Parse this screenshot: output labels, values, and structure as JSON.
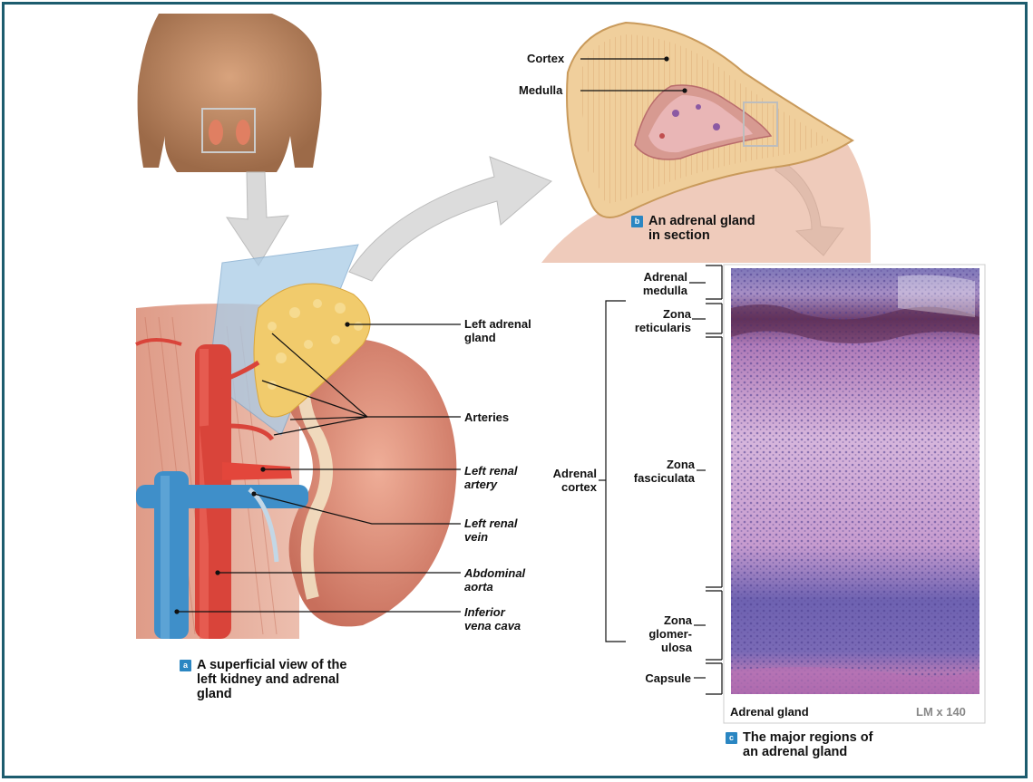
{
  "panel_a": {
    "badge": "a",
    "caption_line1": "A superficial view of the",
    "caption_line2": "left kidney and adrenal",
    "caption_line3": "gland",
    "labels": {
      "left_adrenal_gland_1": "Left adrenal",
      "left_adrenal_gland_2": "gland",
      "arteries": "Arteries",
      "left_renal_artery_1": "Left renal",
      "left_renal_artery_2": "artery",
      "left_renal_vein_1": "Left renal",
      "left_renal_vein_2": "vein",
      "abdominal_aorta_1": "Abdominal",
      "abdominal_aorta_2": "aorta",
      "inferior_vena_cava_1": "Inferior",
      "inferior_vena_cava_2": "vena cava"
    }
  },
  "panel_b": {
    "badge": "b",
    "caption_line1": "An adrenal gland",
    "caption_line2": "in section",
    "labels": {
      "cortex": "Cortex",
      "medulla": "Medulla"
    }
  },
  "panel_c": {
    "badge": "c",
    "caption_line1": "The major regions of",
    "caption_line2": "an adrenal gland",
    "labels": {
      "adrenal_medulla_1": "Adrenal",
      "adrenal_medulla_2": "medulla",
      "zona_reticularis_1": "Zona",
      "zona_reticularis_2": "reticularis",
      "adrenal_cortex_1": "Adrenal",
      "adrenal_cortex_2": "cortex",
      "zona_fasciculata_1": "Zona",
      "zona_fasciculata_2": "fasciculata",
      "zona_glomerulosa_1": "Zona",
      "zona_glomerulosa_2": "glomer-",
      "zona_glomerulosa_3": "ulosa",
      "capsule": "Capsule"
    },
    "footer_left": "Adrenal gland",
    "footer_right": "LM x 140"
  },
  "colors": {
    "frame": "#1d5c6e",
    "badge": "#2a86c2",
    "aorta": "#d9443a",
    "vena_cava": "#3f8fc9",
    "kidney": "#dd8f7a",
    "adrenal": "#f2d38a",
    "tissue_pink": "#c98cc2",
    "tissue_purple": "#5b4b9c"
  }
}
